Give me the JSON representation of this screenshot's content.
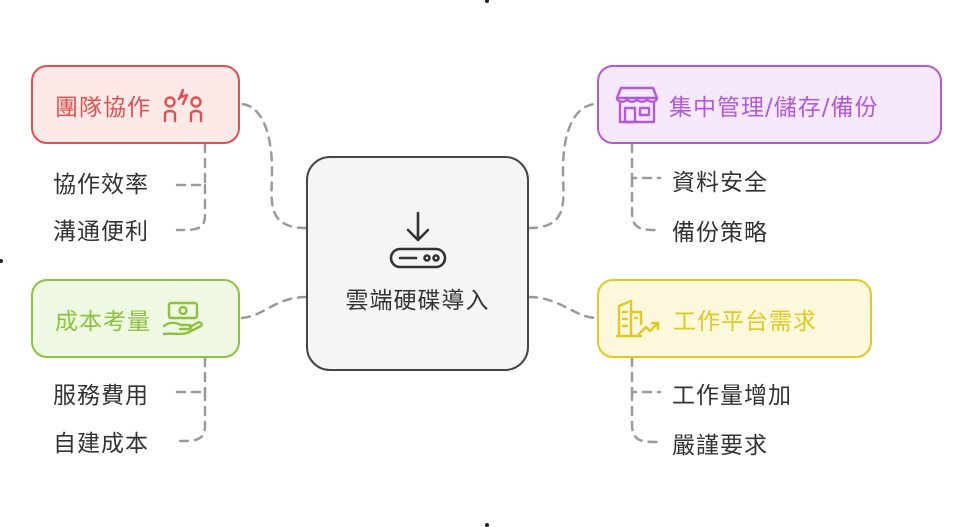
{
  "center": {
    "title": "雲端硬碟導入",
    "icon": "hard-drive-download-icon"
  },
  "branches": {
    "team": {
      "label": "團隊協作",
      "icon": "team-collaboration-icon",
      "color": "#e05050",
      "fill": "#fde9e8",
      "items": [
        "協作效率",
        "溝通便利"
      ]
    },
    "cost": {
      "label": "成本考量",
      "icon": "money-hand-icon",
      "color": "#8cc240",
      "fill": "#eff8e2",
      "items": [
        "服務費用",
        "自建成本"
      ]
    },
    "storage": {
      "label": "集中管理/儲存/備份",
      "icon": "storefront-icon",
      "color": "#b35ad8",
      "fill": "#f6e9fb",
      "items": [
        "資料安全",
        "備份策略"
      ]
    },
    "workload": {
      "label": "工作平台需求",
      "icon": "building-growth-icon",
      "color": "#e2c820",
      "fill": "#fcf8dc",
      "items": [
        "工作量增加",
        "嚴謹要求"
      ]
    }
  },
  "colors": {
    "connector": "#9a9a9a",
    "center_border": "#454545",
    "center_fill": "#f5f5f5"
  }
}
